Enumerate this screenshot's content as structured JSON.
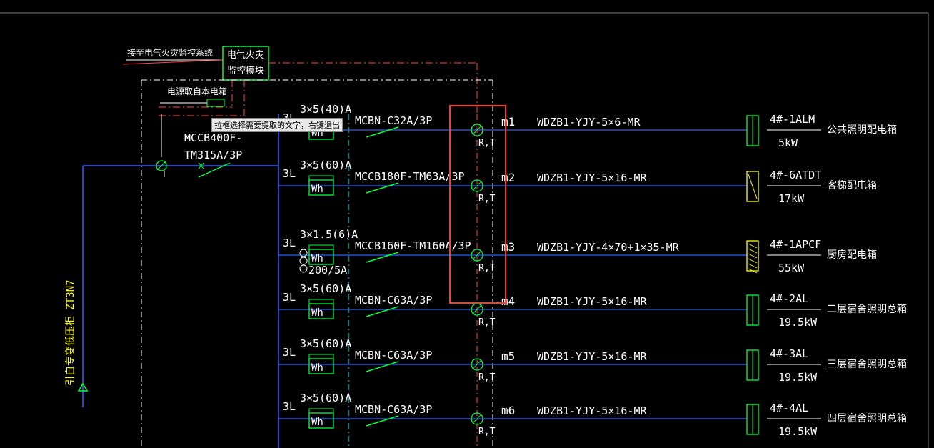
{
  "tooltip": "拉框选择需要提取的文字，右键退出",
  "top": {
    "fire_link": "接至电气火灾监控系统",
    "fire_box_l1": "电气火灾",
    "fire_box_l2": "监控模块",
    "power_from": "电源取自本电箱"
  },
  "main_breaker": {
    "l1": "MCCB400F-",
    "l2": "TM315A/3P"
  },
  "incoming": "引自专变低压柜 ZT3N7",
  "colors": {
    "bg": "#000000",
    "wire": "#2a64ff",
    "green": "#00ff3c",
    "yellow": "#ffff00",
    "white": "#ffffff",
    "red": "#ff3b30",
    "dash": "#ff4444"
  },
  "circuits": [
    {
      "phase": "3L",
      "meter": "3×5(40)A",
      "wh": "Wh",
      "breaker": "MCBN-C32A/3P",
      "rt": "R,T",
      "id": "m1",
      "cable": "WDZB1-YJY-5×6-MR",
      "box": "4#-1ALM",
      "power": "5kW",
      "desc": "公共照明配电箱"
    },
    {
      "phase": "3L",
      "meter": "3×5(60)A",
      "wh": "Wh",
      "breaker": "MCCB180F-TM63A/3P",
      "rt": "R,T",
      "id": "m2",
      "cable": "WDZB1-YJY-5×16-MR",
      "box": "4#-6ATDT",
      "power": "17kW",
      "desc": "客梯配电箱"
    },
    {
      "phase": "3L",
      "meter": "3×1.5(6)A",
      "ct": "200/5A",
      "wh": "Wh",
      "breaker": "MCCB160F-TM160A/3P",
      "rt": "R,T",
      "id": "m3",
      "cable": "WDZB1-YJY-4×70+1×35-MR",
      "box": "4#-1APCF",
      "power": "55kW",
      "desc": "厨房配电箱"
    },
    {
      "phase": "3L",
      "meter": "3×5(60)A",
      "wh": "Wh",
      "breaker": "MCBN-C63A/3P",
      "rt": "R,T",
      "id": "m4",
      "cable": "WDZB1-YJY-5×16-MR",
      "box": "4#-2AL",
      "power": "19.5kW",
      "desc": "二层宿舍照明总箱"
    },
    {
      "phase": "3L",
      "meter": "3×5(60)A",
      "wh": "Wh",
      "breaker": "MCBN-C63A/3P",
      "rt": "R,T",
      "id": "m5",
      "cable": "WDZB1-YJY-5×16-MR",
      "box": "4#-3AL",
      "power": "19.5kW",
      "desc": "三层宿舍照明总箱"
    },
    {
      "phase": "3L",
      "meter": "3×5(60)A",
      "wh": "Wh",
      "breaker": "MCBN-C63A/3P",
      "rt": "R,T",
      "id": "m6",
      "cable": "WDZB1-YJY-5×16-MR",
      "box": "4#-4AL",
      "power": "19.5kW",
      "desc": "四层宿舍照明总箱"
    }
  ]
}
